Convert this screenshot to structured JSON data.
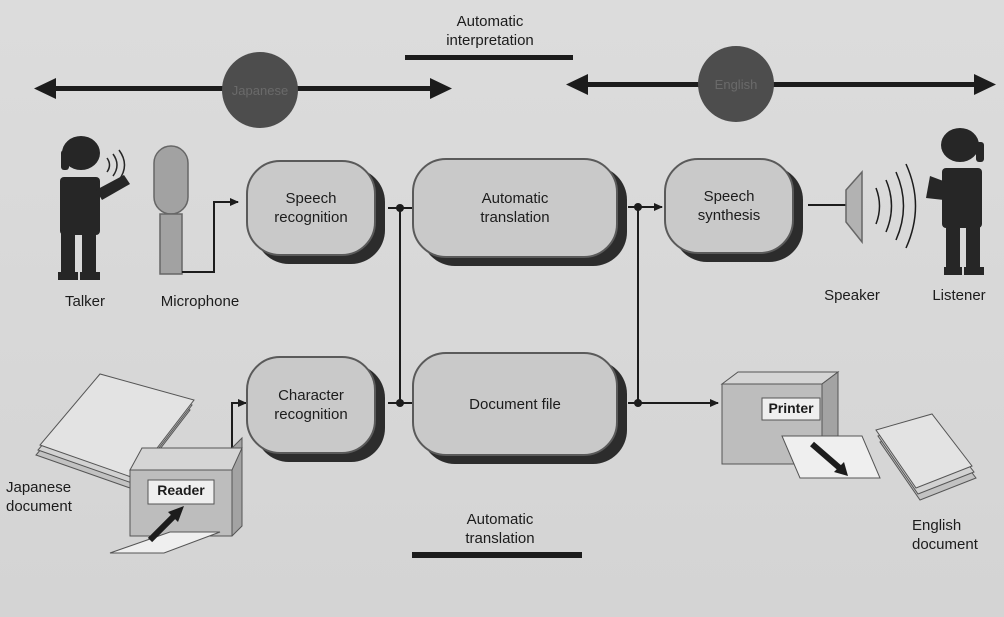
{
  "header": {
    "automatic_interpretation": "Automatic\ninterpretation"
  },
  "languages": {
    "source": "Japanese",
    "target": "English"
  },
  "people": {
    "talker": "Talker",
    "microphone": "Microphone",
    "speaker": "Speaker",
    "listener": "Listener"
  },
  "modules": {
    "speech_recognition": "Speech\nrecognition",
    "automatic_translation": "Automatic\ntranslation",
    "speech_synthesis": "Speech\nsynthesis",
    "character_recognition": "Character\nrecognition",
    "document_file": "Document file"
  },
  "devices": {
    "reader": "Reader",
    "printer": "Printer",
    "japanese_document": "Japanese\ndocument",
    "english_document": "English\ndocument"
  },
  "footer": {
    "automatic_translation": "Automatic\ntranslation"
  }
}
